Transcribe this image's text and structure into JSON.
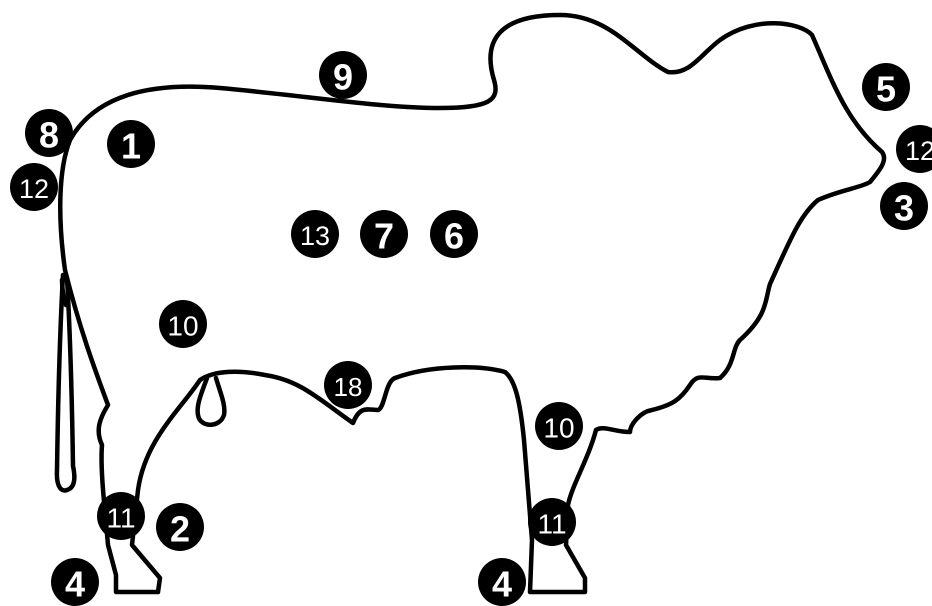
{
  "colors": {
    "outline": "#000000",
    "marker_fill": "#000000",
    "marker_text": "#ffffff",
    "background": "#ffffff"
  },
  "markers": {
    "m1": "1",
    "m2": "2",
    "m3": "3",
    "m4_front": "4",
    "m4_rear": "4",
    "m5": "5",
    "m6": "6",
    "m7": "7",
    "m8": "8",
    "m9": "9",
    "m10_rump": "10",
    "m10_chest": "10",
    "m11_rear": "11",
    "m11_front": "11",
    "m12_tail": "12",
    "m12_nose": "12",
    "m13": "13",
    "m18": "18"
  }
}
